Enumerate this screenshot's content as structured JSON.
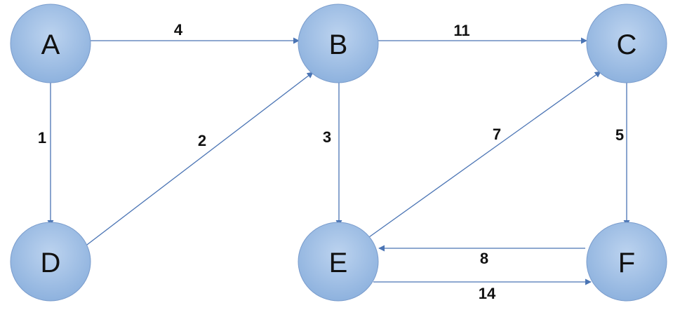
{
  "graph": {
    "nodes": [
      {
        "id": "A",
        "label": "A"
      },
      {
        "id": "B",
        "label": "B"
      },
      {
        "id": "C",
        "label": "C"
      },
      {
        "id": "D",
        "label": "D"
      },
      {
        "id": "E",
        "label": "E"
      },
      {
        "id": "F",
        "label": "F"
      }
    ],
    "edges": [
      {
        "from": "A",
        "to": "B",
        "weight": "4"
      },
      {
        "from": "B",
        "to": "C",
        "weight": "11"
      },
      {
        "from": "A",
        "to": "D",
        "weight": "1"
      },
      {
        "from": "D",
        "to": "B",
        "weight": "2"
      },
      {
        "from": "B",
        "to": "E",
        "weight": "3"
      },
      {
        "from": "E",
        "to": "C",
        "weight": "7"
      },
      {
        "from": "C",
        "to": "F",
        "weight": "5"
      },
      {
        "from": "F",
        "to": "E",
        "weight": "8"
      },
      {
        "from": "E",
        "to": "F",
        "weight": "14"
      }
    ]
  },
  "colors": {
    "node_fill_light": "#bcd3ef",
    "node_fill_dark": "#8eb2de",
    "node_stroke": "#7a9ccc",
    "edge": "#4a74b4",
    "text": "#111111"
  }
}
